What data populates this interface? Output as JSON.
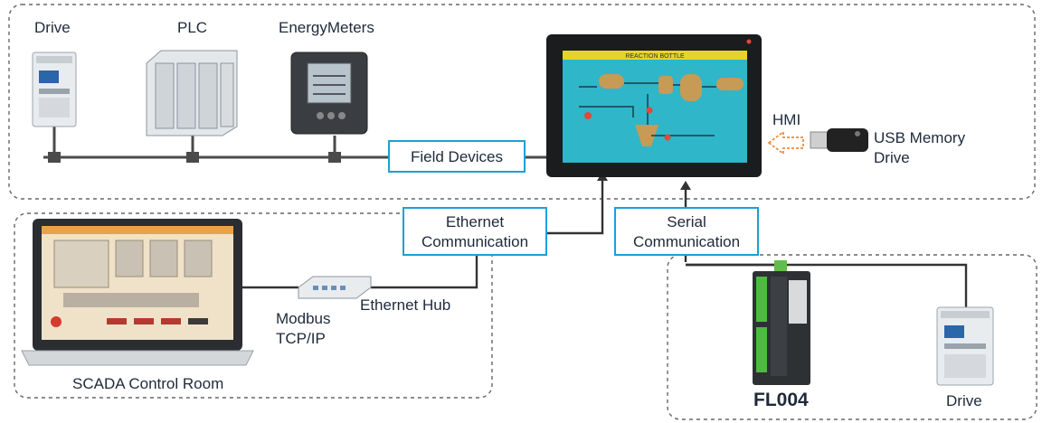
{
  "labels": {
    "drive_top": "Drive",
    "plc": "PLC",
    "energy_meters": "EnergyMeters",
    "hmi": "HMI",
    "usb_line1": "USB Memory",
    "usb_line2": "Drive",
    "ethernet_hub": "Ethernet Hub",
    "modbus_line1": "Modbus",
    "modbus_line2": "TCP/IP",
    "scada": "SCADA Control Room",
    "fl004": "FL004",
    "drive_bottom": "Drive"
  },
  "boxes": {
    "field_devices": "Field Devices",
    "ethernet_line1": "Ethernet",
    "ethernet_line2": "Communication",
    "serial_line1": "Serial",
    "serial_line2": "Communication"
  },
  "hmi_screen_title": "REACTION BOTTLE",
  "colors": {
    "box_border": "#1aa0d8",
    "dashed_border": "#666666",
    "line": "#4a4a4a",
    "hmi_screen": "#2fb6c9",
    "usb_arrow": "#f08a3c"
  }
}
